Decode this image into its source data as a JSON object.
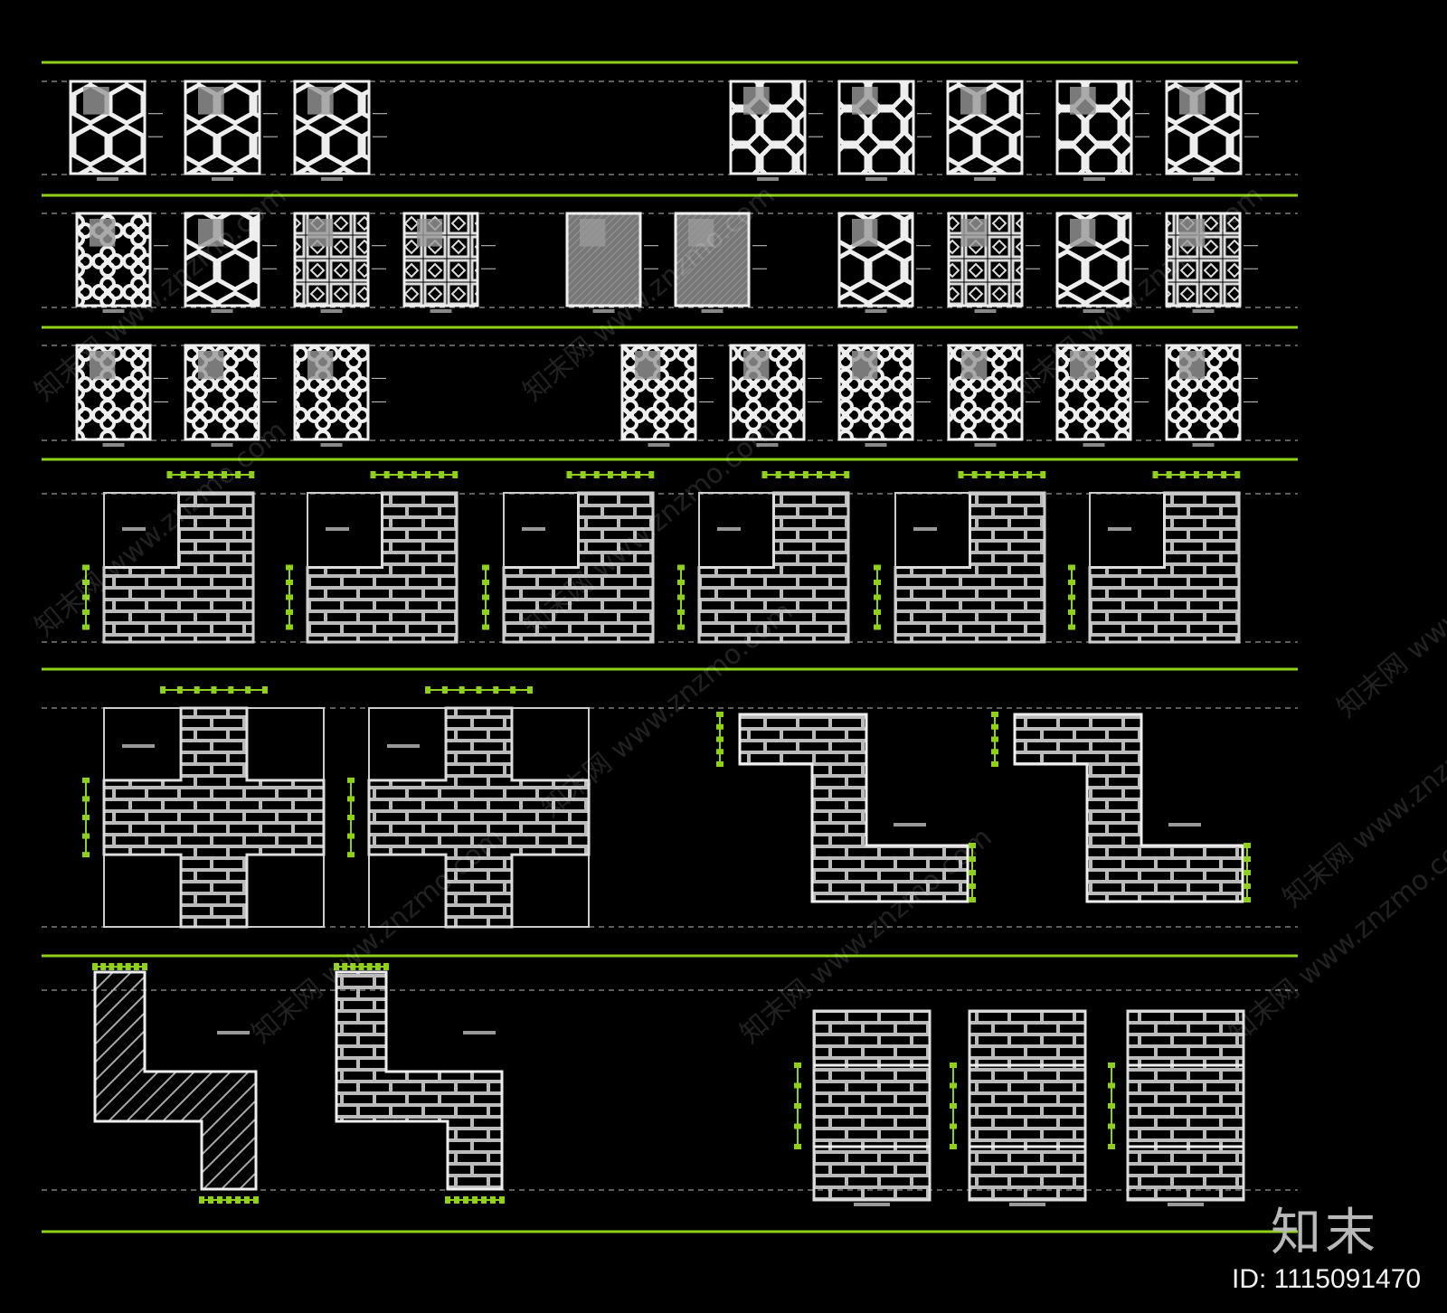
{
  "watermark": {
    "text": "知末网 www.znzmo.com"
  },
  "logo": {
    "text": "知末"
  },
  "image_id": "ID: 1115091470",
  "colors": {
    "background": "#000000",
    "line_white": "#e8e8e8",
    "accent_green": "#8fd11a",
    "gray_fill": "#8a8a8a"
  }
}
